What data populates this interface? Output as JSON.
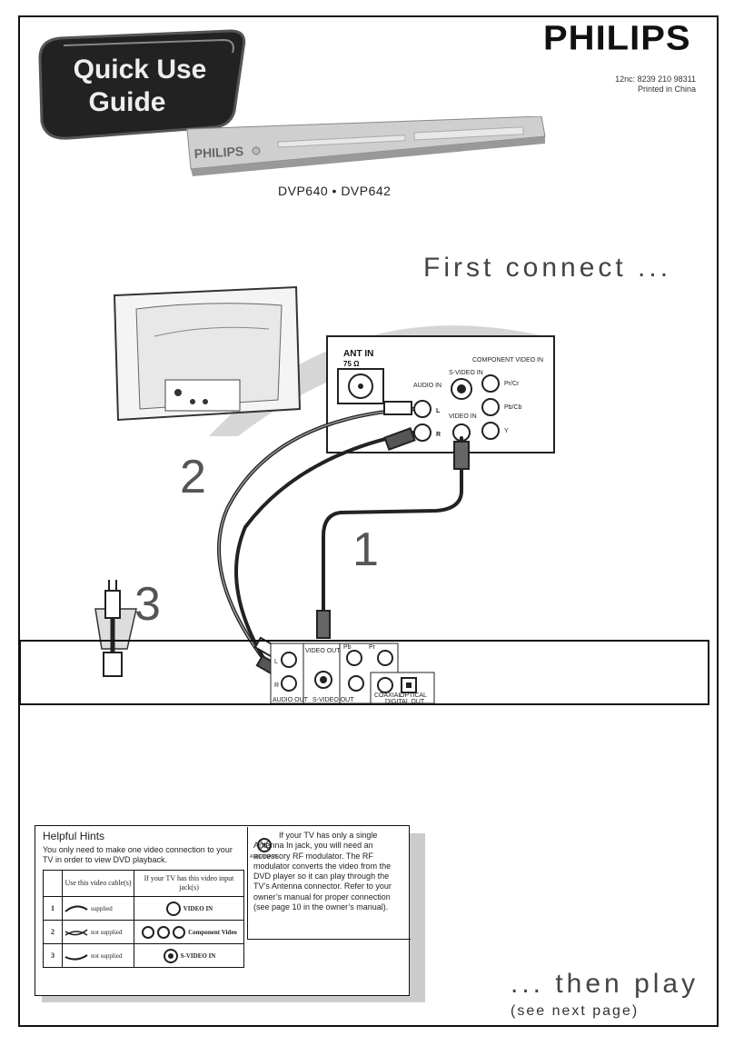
{
  "header": {
    "badge_line1": "Quick Use",
    "badge_line2": "Guide",
    "brand": "PHILIPS",
    "code_line1": "12nc: 8239 210 98311",
    "code_line2": "Printed in China",
    "models": "DVP640 • DVP642",
    "player_brand": "PHILIPS"
  },
  "headings": {
    "first_connect": "First connect ...",
    "then_play": "... then play",
    "see_next": "(see next page)"
  },
  "steps": {
    "one": "1",
    "two": "2",
    "three": "3"
  },
  "tv_panel": {
    "ant_label": "ANT IN",
    "ant_sub": "75 Ω",
    "audio_in": "AUDIO IN",
    "audio_l": "L",
    "audio_r": "R",
    "svideo_in": "S-VIDEO IN",
    "video_in": "VIDEO IN",
    "component_video_in": "COMPONENT VIDEO IN",
    "pr_cr": "Pr/Cr",
    "pb_cb": "Pb/Cb",
    "y": "Y"
  },
  "dvd_panel": {
    "video_out": "VIDEO OUT",
    "audio_out": "AUDIO OUT",
    "audio_l": "L",
    "audio_r": "R",
    "svideo_out": "S-VIDEO OUT",
    "pb": "Pb",
    "pr": "Pr",
    "coaxial": "COAXIAL",
    "optical": "OPTICAL",
    "digital_out": "DIGITAL OUT"
  },
  "hints": {
    "title": "Helpful Hints",
    "subtitle": "You only need to make one video connection to your TV in order to view DVD playback.",
    "col_use": "Use this video cable(s)",
    "col_tv": "If your TV has this video input jack(s)",
    "rows": [
      {
        "n": "1",
        "cable": "supplied",
        "jack": "VIDEO IN"
      },
      {
        "n": "2",
        "cable": "not supplied",
        "jack": "Component Video"
      },
      {
        "n": "3",
        "cable": "not supplied",
        "jack": "S-VIDEO IN"
      }
    ],
    "note": "If your TV has only a single Antenna In jack, you will need an accessory RF modulator. The RF modulator converts the video from the DVD player so it can play through the TV’s Antenna connector. Refer to your owner’s manual for proper connection (see page 10 in the owner’s manual).",
    "note_icon_label": "ANTENNA IN"
  }
}
